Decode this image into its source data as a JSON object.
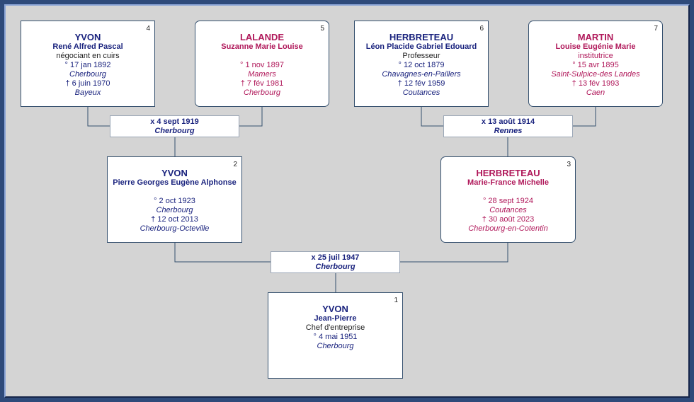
{
  "persons": {
    "p1": {
      "num": "1",
      "surname": "YVON",
      "given": "Jean-Pierre",
      "occupation": "Chef d'entreprise",
      "birth_date": "° 4 mai 1951",
      "birth_place": "Cherbourg"
    },
    "p2": {
      "num": "2",
      "surname": "YVON",
      "given": "Pierre Georges Eugène Alphonse",
      "birth_date": "° 2 oct 1923",
      "birth_place": "Cherbourg",
      "death_date": "† 12 oct 2013",
      "death_place": "Cherbourg-Octeville"
    },
    "p3": {
      "num": "3",
      "surname": "HERBRETEAU",
      "given": "Marie-France Michelle",
      "birth_date": "° 28 sept 1924",
      "birth_place": "Coutances",
      "death_date": "† 30 août 2023",
      "death_place": "Cherbourg-en-Cotentin"
    },
    "p4": {
      "num": "4",
      "surname": "YVON",
      "given": "René Alfred Pascal",
      "occupation": "négociant en cuirs",
      "birth_date": "° 17 jan 1892",
      "birth_place": "Cherbourg",
      "death_date": "† 6 juin 1970",
      "death_place": "Bayeux"
    },
    "p5": {
      "num": "5",
      "surname": "LALANDE",
      "given": "Suzanne Marie Louise",
      "birth_date": "° 1 nov 1897",
      "birth_place": "Mamers",
      "death_date": "† 7 fév 1981",
      "death_place": "Cherbourg"
    },
    "p6": {
      "num": "6",
      "surname": "HERBRETEAU",
      "given": "Léon Placide Gabriel Edouard",
      "occupation": "Professeur",
      "birth_date": "° 12 oct 1879",
      "birth_place": "Chavagnes-en-Paillers",
      "death_date": "† 12 fév 1959",
      "death_place": "Coutances"
    },
    "p7": {
      "num": "7",
      "surname": "MARTIN",
      "given": "Louise Eugénie Marie",
      "occupation": "institutrice",
      "birth_date": "° 15 avr 1895",
      "birth_place": "Saint-Sulpice-des Landes",
      "death_date": "† 13 fév 1993",
      "death_place": "Caen"
    }
  },
  "marriages": {
    "m45": {
      "date": "x 4 sept 1919",
      "place": "Cherbourg"
    },
    "m67": {
      "date": "x 13 août 1914",
      "place": "Rennes"
    },
    "m23": {
      "date": "x 25 juil 1947",
      "place": "Cherbourg"
    }
  },
  "colors": {
    "male": "#1a237e",
    "female": "#b0185a",
    "frame": "#2e4a7a",
    "background": "#d4d4d4"
  }
}
